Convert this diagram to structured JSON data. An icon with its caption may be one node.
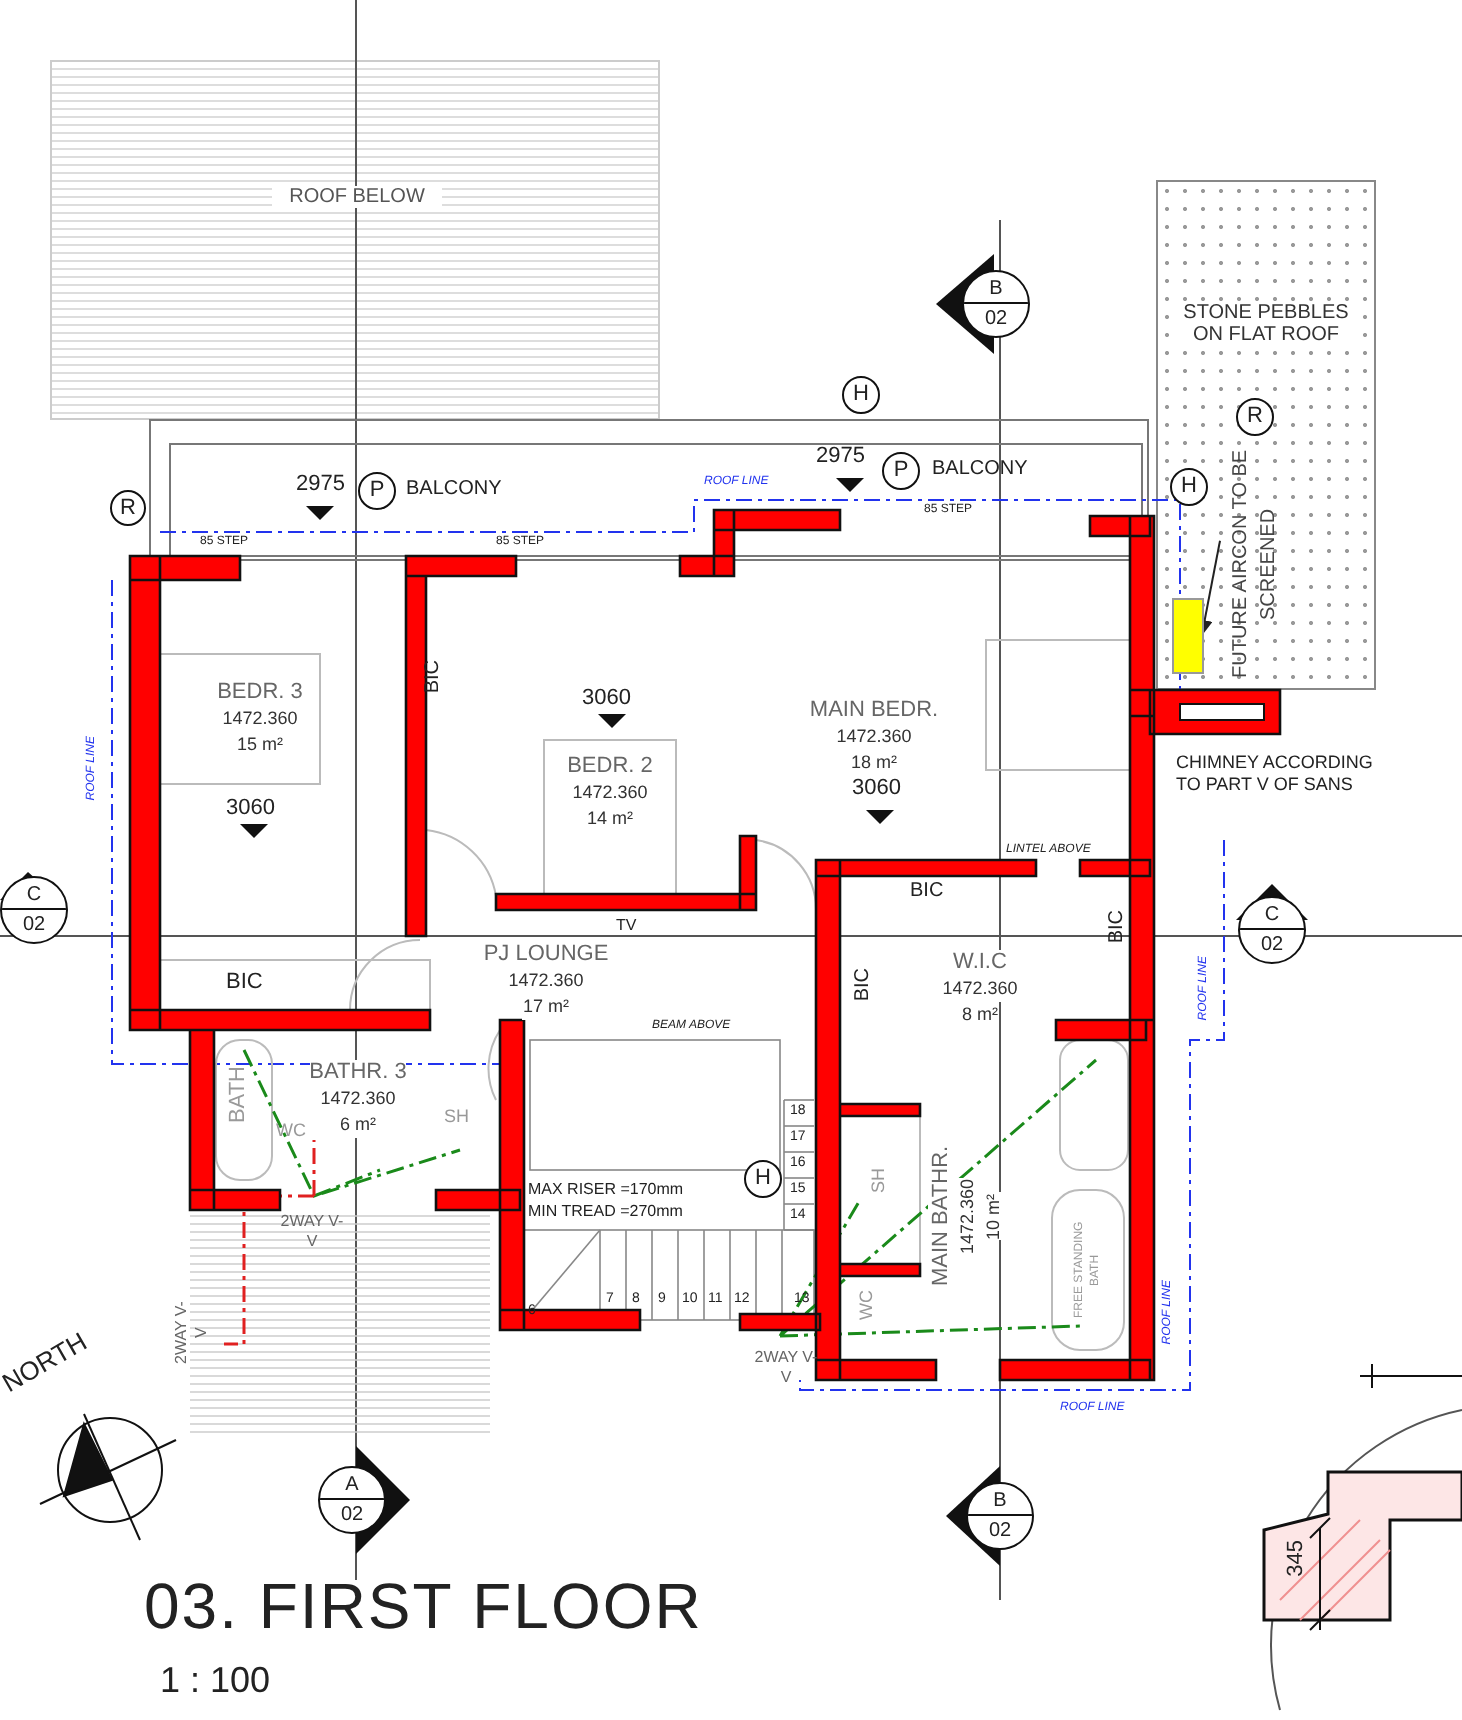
{
  "diagram": {
    "title": "03. FIRST FLOOR",
    "caption": "1 : 100",
    "nodes": [
      {
        "text": [
          "ROOF BELOW"
        ]
      },
      {
        "text": [
          "STONE PEBBLES ON FLAT ROOF"
        ]
      },
      {
        "text": [
          "BEDR. 3",
          "1472.360",
          "15 m²"
        ]
      },
      {
        "text": [
          "BEDR. 2",
          "1472.360",
          "14 m²"
        ]
      },
      {
        "text": [
          "MAIN BEDR.",
          "1472.360",
          "18 m²"
        ]
      },
      {
        "text": [
          "PJ LOUNGE",
          "1472.360",
          "17 m²"
        ]
      },
      {
        "text": [
          "W.I.C",
          "1472.360",
          "8 m²"
        ]
      },
      {
        "text": [
          "BATHR. 3",
          "1472.360",
          "6 m²"
        ]
      },
      {
        "text": [
          "MAIN BATHR.",
          "1472.360",
          "10 m²"
        ]
      },
      {
        "text": [
          "FUTURE AIRCON TO BE SCREENED"
        ],
        "in": 1
      },
      {
        "text": [],
        "shape": "box",
        "in": 1
      },
      {
        "text": [
          "C",
          "02"
        ]
      },
      {
        "text": [
          "C",
          "02"
        ]
      },
      {
        "text": [
          "B",
          "02"
        ]
      },
      {
        "text": [
          "A",
          "02"
        ]
      },
      {
        "text": [
          "B",
          "02"
        ]
      },
      {
        "text": [
          "P"
        ]
      },
      {
        "text": [
          "P"
        ]
      },
      {
        "text": [
          "H"
        ]
      },
      {
        "text": [
          "H"
        ],
        "in": 1
      },
      {
        "text": [
          "R"
        ]
      },
      {
        "text": [
          "R"
        ],
        "in": 1
      },
      {
        "text": [
          "H"
        ]
      }
    ],
    "edges": [
      {
        "from": 9,
        "to": 10,
        "arrow": "to"
      }
    ],
    "labels": [
      "2975",
      "BALCONY",
      "2975",
      "BALCONY",
      "ROOF LINE",
      "85 STEP",
      "85 STEP",
      "85 STEP",
      "3060",
      "BIC",
      "3060",
      "3060",
      "CHIMNEY ACCORDING TO PART V OF SANS",
      "ROOF LINE",
      "LINTEL ABOVE",
      "BIC",
      "TV",
      "BIC",
      "BIC",
      "BIC",
      "ROOF LINE",
      "BEAM ABOVE",
      "BATH",
      "WC",
      "SH",
      "18",
      "17",
      "16",
      "15",
      "14",
      "MAX RISER =170mm",
      "MIN TREAD =270mm",
      "2WAY V-V",
      "ROOF LINE",
      "7",
      "8",
      "9",
      "10",
      "11",
      "12",
      "13",
      "6",
      "FREE STANDING BATH",
      "2WAY V-V",
      "2WAY V-V",
      "NORTH",
      "WC",
      "SH",
      "ROOF LINE",
      "345"
    ]
  }
}
